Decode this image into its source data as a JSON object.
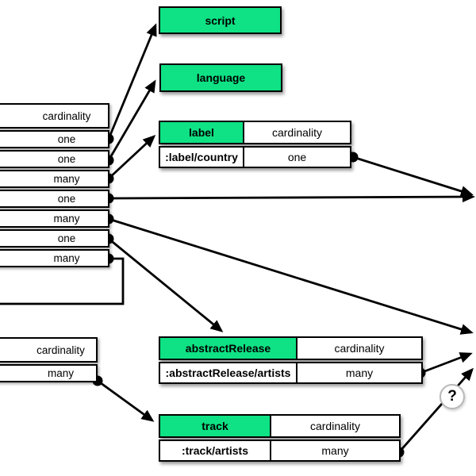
{
  "colors": {
    "node_green": "#0ee284",
    "edge": "#000000"
  },
  "badges": {
    "question": "?"
  },
  "nodes": {
    "script": {
      "title": "script"
    },
    "language": {
      "title": "language"
    },
    "label": {
      "title": "label",
      "cardinality_header": "cardinality",
      "rows": [
        {
          "property": ":label/country",
          "cardinality": "one"
        }
      ]
    },
    "abstractRelease": {
      "title": "abstractRelease",
      "cardinality_header": "cardinality",
      "rows": [
        {
          "property": ":abstractRelease/artists",
          "cardinality": "many"
        }
      ]
    },
    "track": {
      "title": "track",
      "cardinality_header": "cardinality",
      "rows": [
        {
          "property": ":track/artists",
          "cardinality": "many"
        }
      ]
    },
    "left_top": {
      "cardinality_header": "cardinality",
      "rows": [
        "one",
        "one",
        "many",
        "one",
        "many",
        "one",
        "many"
      ]
    },
    "left_bottom": {
      "cardinality_header": "cardinality",
      "rows": [
        "many"
      ]
    }
  },
  "edges": [
    {
      "from": "left_top.row1 (one)",
      "to": "script"
    },
    {
      "from": "left_top.row2 (one)",
      "to": "language"
    },
    {
      "from": "left_top.row3 (many)",
      "to": "label"
    },
    {
      "from": "left_top.row4 (one)",
      "to": "offscreen-right-upper"
    },
    {
      "from": "left_top.row5 (many)",
      "to": "offscreen-right-lower"
    },
    {
      "from": "left_top.row6 (one)",
      "to": "abstractRelease"
    },
    {
      "from": "left_top.row7 (many)",
      "to": "offscreen-left"
    },
    {
      "from": "left_bottom.row1 (many)",
      "to": "track"
    },
    {
      "from": "label.:label/country (one)",
      "to": "offscreen-right-upper"
    },
    {
      "from": "abstractRelease.:abstractRelease/artists (many)",
      "to": "offscreen-right-lower"
    },
    {
      "from": "track.:track/artists (many)",
      "to": "offscreen-right-lower",
      "via": "question-badge"
    }
  ]
}
